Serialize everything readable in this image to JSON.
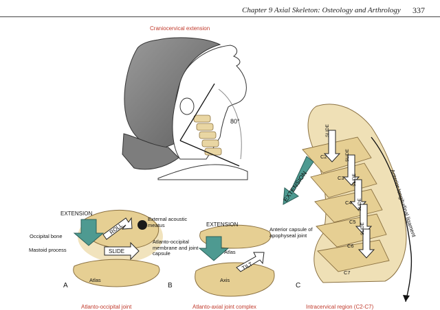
{
  "header": {
    "chapter": "Chapter 9   Axial Skeleton: Osteology and Arthrology",
    "page": "337"
  },
  "top": {
    "title": "Craniocervical extension",
    "angle": "80°"
  },
  "panel_a": {
    "letter": "A",
    "extension": "EXTENSION",
    "occipital_bone": "Occipital bone",
    "mastoid": "Mastoid process",
    "ear": "External acoustic meatus",
    "membrane": "Atlanto-occipital membrane and joint capsule",
    "roll": "ROLL",
    "slide": "SLIDE",
    "atlas": "Atlas",
    "caption": "Atlanto-occipital joint"
  },
  "panel_b": {
    "letter": "B",
    "extension": "EXTENSION",
    "capsule": "Anterior capsule of apophyseal joint",
    "atlas": "Atlas",
    "tilt": "TILT",
    "axis": "Axis",
    "caption": "Atlanto-axial joint complex"
  },
  "panel_c": {
    "letter": "C",
    "extension": "EXTENSION",
    "slide": "SLIDE",
    "ligament": "Anterior longitudinal ligament",
    "levels": [
      "C2",
      "C3",
      "C4",
      "C5",
      "C6",
      "C7"
    ],
    "caption": "Intracervical region (C2-C7)"
  }
}
